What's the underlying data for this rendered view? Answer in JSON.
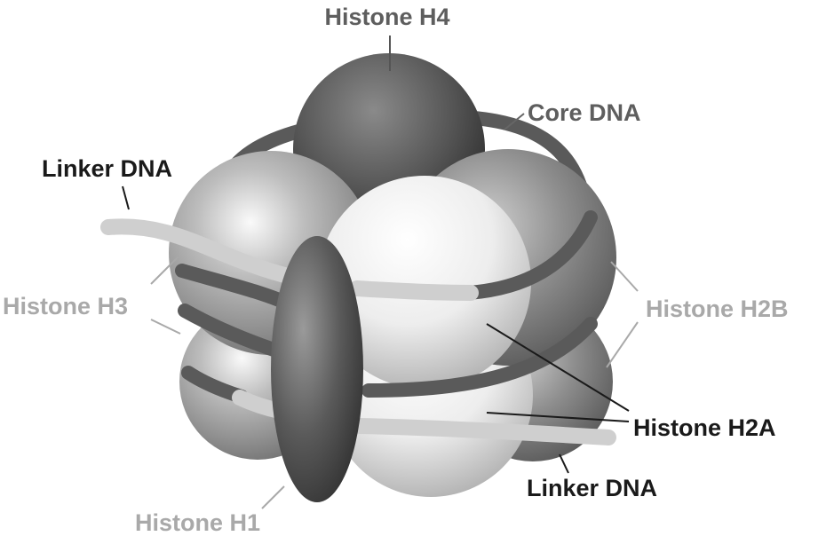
{
  "labels": {
    "histone_h4": "Histone H4",
    "core_dna": "Core DNA",
    "linker_dna_top": "Linker DNA",
    "histone_h3": "Histone H3",
    "histone_h2b": "Histone H2B",
    "histone_h2a": "Histone H2A",
    "linker_dna_bottom": "Linker DNA",
    "histone_h1": "Histone H1"
  },
  "colors": {
    "label_dark": "#1a1a1a",
    "label_mid": "#5e5e5e",
    "label_light": "#a9a9a9",
    "core_dna": "#5a5a5a",
    "linker_dna": "#cfcfcf",
    "histone_h1": "#4d4d4d"
  }
}
